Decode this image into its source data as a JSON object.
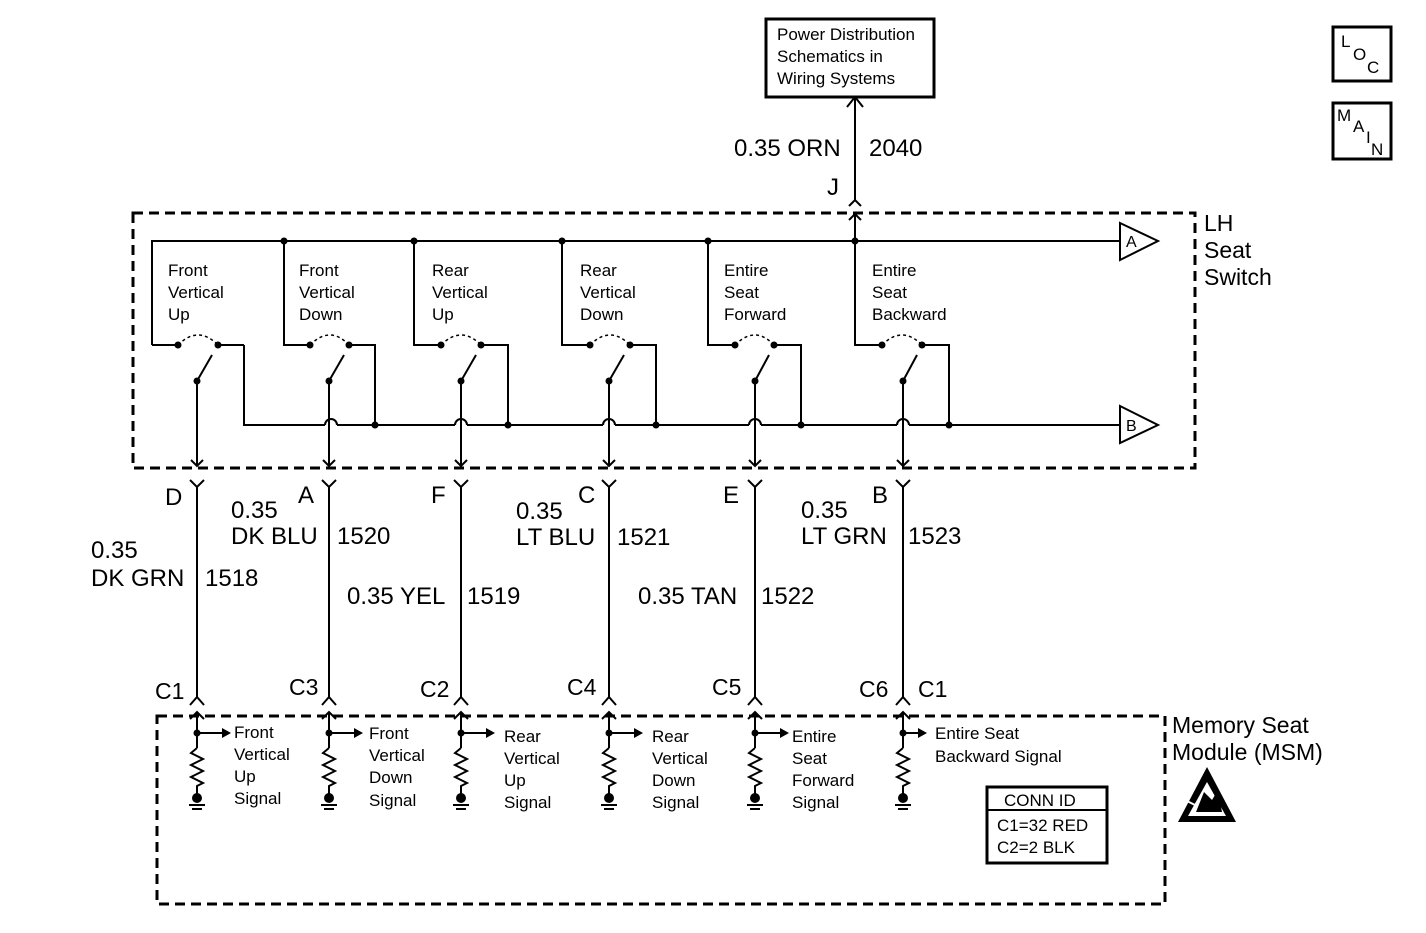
{
  "power_box": {
    "lines": [
      "Power Distribution",
      "Schematics in",
      "Wiring Systems"
    ]
  },
  "nav": {
    "loc": {
      "letters": [
        "L",
        "O",
        "C"
      ]
    },
    "main": {
      "letters": [
        "M",
        "A",
        "I",
        "N"
      ]
    }
  },
  "power_wire": {
    "gauge_color": "0.35 ORN",
    "circuit": "2040",
    "pin": "J"
  },
  "switch": {
    "title": [
      "LH",
      "Seat",
      "Switch"
    ],
    "bus_a": "A",
    "bus_b": "B",
    "switches": [
      {
        "label": [
          "Front",
          "Vertical",
          "Up"
        ]
      },
      {
        "label": [
          "Front",
          "Vertical",
          "Down"
        ]
      },
      {
        "label": [
          "Rear",
          "Vertical",
          "Up"
        ]
      },
      {
        "label": [
          "Rear",
          "Vertical",
          "Down"
        ]
      },
      {
        "label": [
          "Entire",
          "Seat",
          "Forward"
        ]
      },
      {
        "label": [
          "Entire",
          "Seat",
          "Backward"
        ]
      }
    ]
  },
  "wires": [
    {
      "pin": "D",
      "gauge": "0.35",
      "color": "DK GRN",
      "circuit": "1518",
      "msm_pin": "C1"
    },
    {
      "pin": "A",
      "gauge": "0.35",
      "color": "DK BLU",
      "circuit": "1520",
      "msm_pin": "C3"
    },
    {
      "pin": "F",
      "gauge_color": "0.35 YEL",
      "circuit": "1519",
      "msm_pin": "C2"
    },
    {
      "pin": "C",
      "gauge": "0.35",
      "color": "LT BLU",
      "circuit": "1521",
      "msm_pin": "C4"
    },
    {
      "pin": "E",
      "gauge_color": "0.35 TAN",
      "circuit": "1522",
      "msm_pin": "C5"
    },
    {
      "pin": "B",
      "gauge": "0.35",
      "color": "LT GRN",
      "circuit": "1523",
      "msm_pin": "C6"
    }
  ],
  "msm": {
    "title": [
      "Memory Seat",
      "Module (MSM)"
    ],
    "connector_ref": "C1",
    "signals": [
      {
        "label": [
          "Front",
          "Vertical",
          "Up",
          "Signal"
        ]
      },
      {
        "label": [
          "Front",
          "Vertical",
          "Down",
          "Signal"
        ]
      },
      {
        "label": [
          "Rear",
          "Vertical",
          "Up",
          "Signal"
        ]
      },
      {
        "label": [
          "Rear",
          "Vertical",
          "Down",
          "Signal"
        ]
      },
      {
        "label": [
          "Entire",
          "Seat",
          "Forward",
          "Signal"
        ]
      },
      {
        "label": [
          "Entire Seat",
          "Backward Signal"
        ]
      }
    ],
    "conn_id": {
      "header": "CONN ID",
      "rows": [
        "C1=32 RED",
        "C2=2 BLK"
      ]
    }
  }
}
